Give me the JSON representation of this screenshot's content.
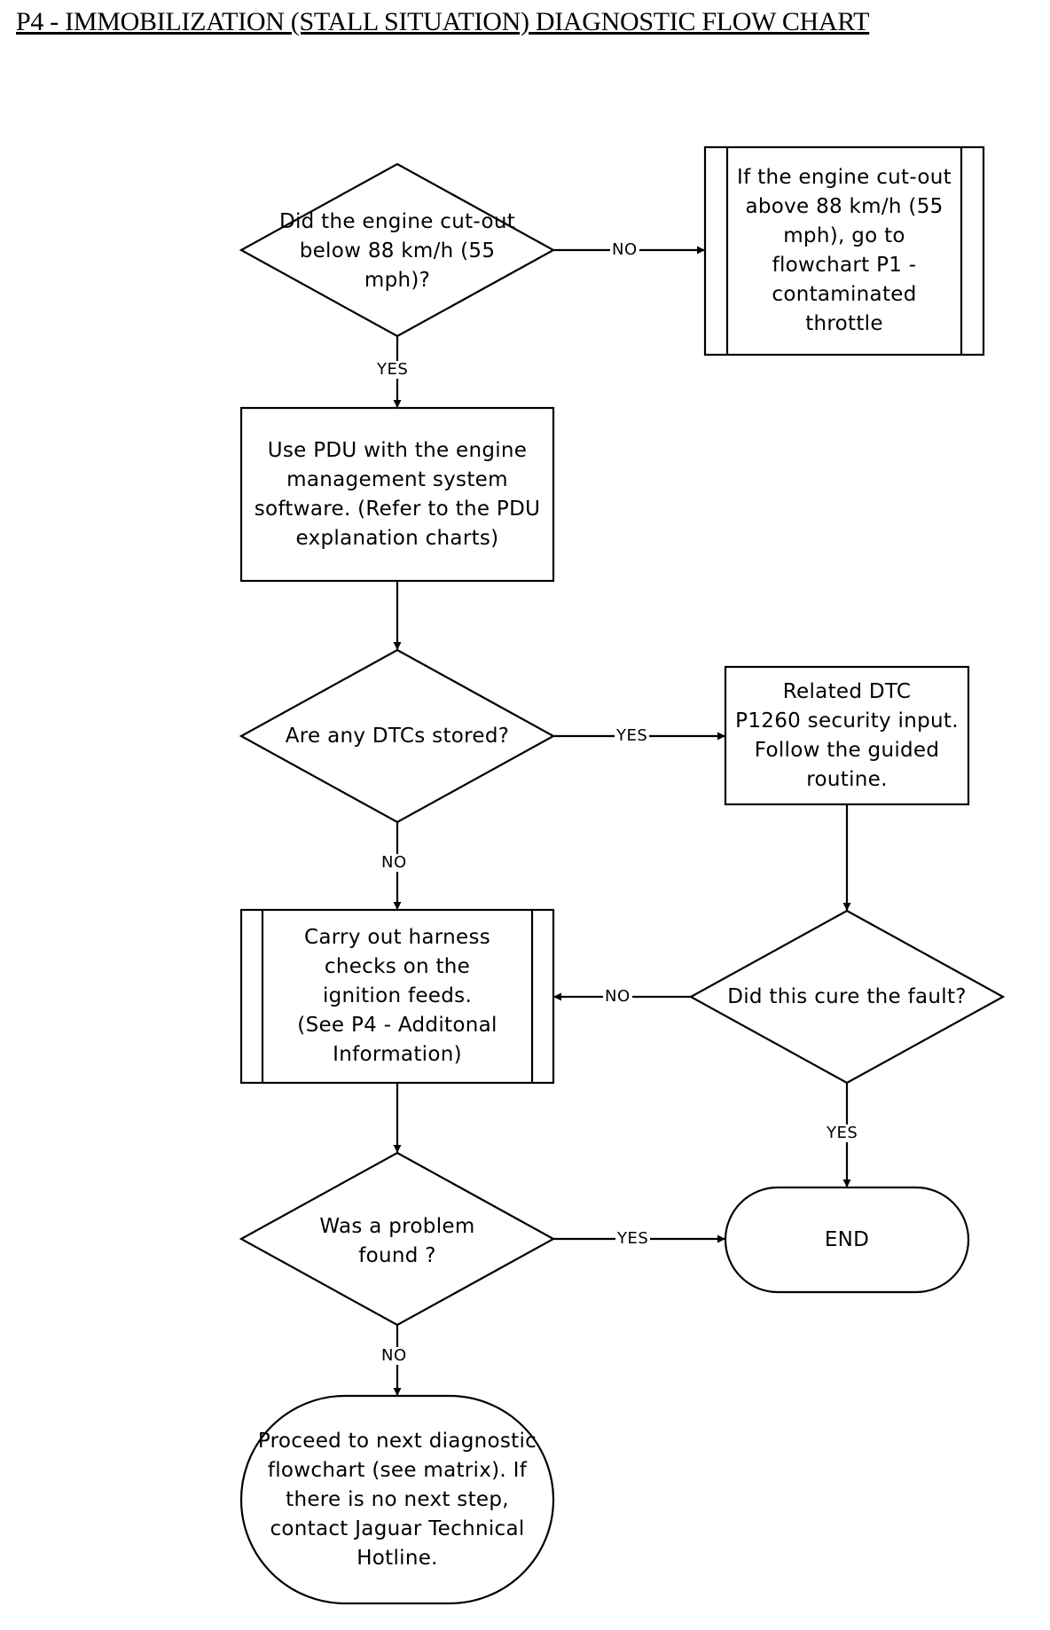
{
  "title": "P4 - IMMOBILIZATION (STALL SITUATION) DIAGNOSTIC FLOW CHART",
  "nodes": {
    "q_speed": [
      "Did the engine cut-out",
      "below 88 km/h (55",
      "mph)?"
    ],
    "p1_redirect": [
      "If the engine cut-out",
      "above 88 km/h (55",
      "mph), go to",
      "flowchart P1 -",
      "contaminated",
      "throttle"
    ],
    "use_pdu": [
      "Use PDU with the  engine",
      "management system",
      "software. (Refer to the PDU",
      "explanation charts)"
    ],
    "q_dtcs": [
      "Are any DTCs stored?"
    ],
    "related_dtc": [
      "Related DTC",
      "P1260 security input.",
      "Follow the guided",
      "routine."
    ],
    "harness_checks": [
      "Carry out harness",
      "checks on the",
      "ignition feeds.",
      "(See P4 - Additonal",
      "Information)"
    ],
    "q_cure": [
      "Did this cure the fault?"
    ],
    "q_problem": [
      "Was a problem",
      "found ?"
    ],
    "end": [
      "END"
    ],
    "proceed": [
      "Proceed to next diagnostic",
      "flowchart (see matrix). If",
      "there is no next step,",
      "contact Jaguar Technical",
      "Hotline."
    ]
  },
  "edge_labels": {
    "speed_no": "NO",
    "speed_yes": "YES",
    "dtcs_yes": "YES",
    "dtcs_no": "NO",
    "cure_no": "NO",
    "cure_yes": "YES",
    "problem_yes": "YES",
    "problem_no": "NO"
  }
}
